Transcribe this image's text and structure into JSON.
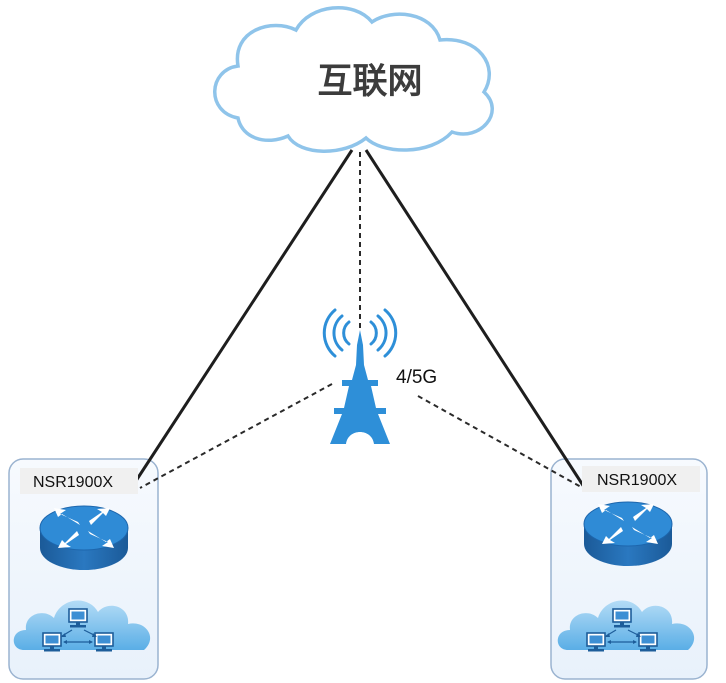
{
  "internet": {
    "label": "互联网"
  },
  "tower": {
    "label": "4/5G"
  },
  "sites": [
    {
      "model": "NSR1900X"
    },
    {
      "model": "NSR1900X"
    }
  ],
  "colors": {
    "cloud_fill": "#ffffff",
    "cloud_stroke": "#8fc4ea",
    "tower_blue": "#2e8fd8",
    "router_top": "#2d86cf",
    "router_side": "#1f5f9f",
    "box_fill": "#f2f7fd",
    "box_stroke": "#9ab3d0",
    "lan_cloud": "#7fc0ec",
    "line": "#1e1e1e",
    "label_bg": "#f0f0f0"
  },
  "icons": [
    "internet-cloud-icon",
    "cell-tower-icon",
    "router-icon",
    "lan-cloud-icon"
  ]
}
